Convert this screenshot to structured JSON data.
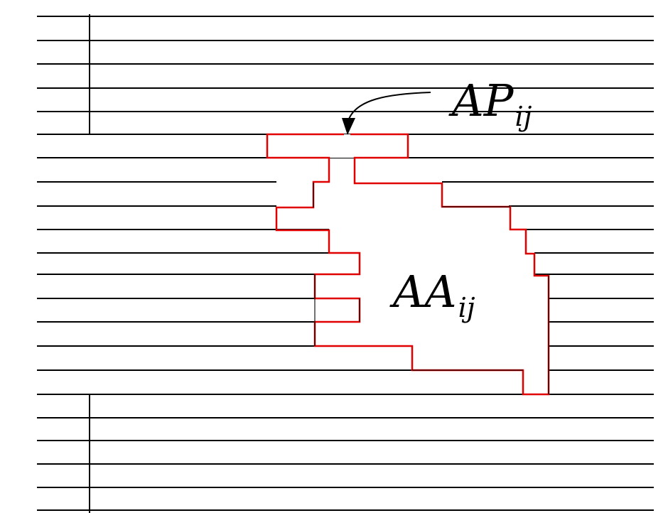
{
  "colors": {
    "line": "#000000",
    "outline": "#e00000",
    "background": "#ffffff"
  },
  "labels": {
    "access_point": {
      "main": "AP",
      "sub": "ij"
    },
    "access_area": {
      "main": "AA",
      "sub": "ij"
    }
  }
}
